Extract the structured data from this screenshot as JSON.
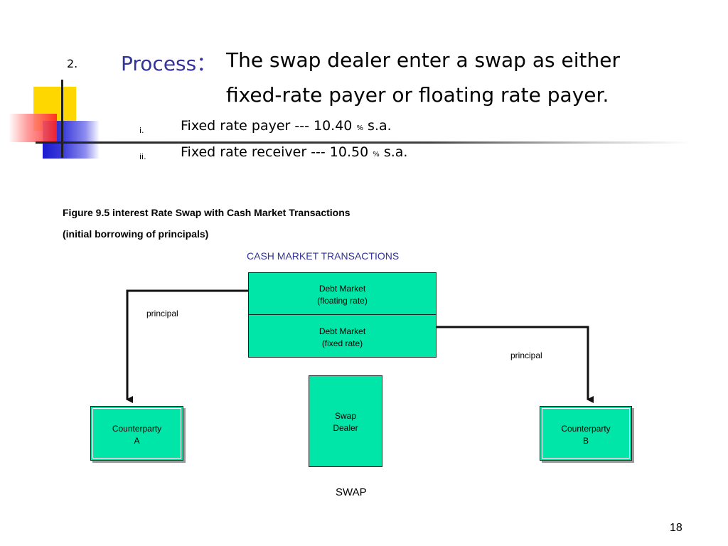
{
  "header": {
    "number": "2.",
    "process_label": "Process：",
    "text_line1": "The swap dealer enter a swap as either",
    "text_line2": "fixed-rate payer or floating rate payer."
  },
  "subitems": [
    {
      "num": "i.",
      "text": "Fixed rate payer --- 10.40",
      "pct": "%",
      "suffix": "s.a."
    },
    {
      "num": "ii.",
      "text": "Fixed rate receiver --- 10.50",
      "pct": "%",
      "suffix": "s.a."
    }
  ],
  "figure": {
    "caption_line1": "Figure 9.5 interest Rate Swap with Cash Market Transactions",
    "caption_line2": "(initial borrowing of principals)",
    "cash_title": "CASH MARKET TRANSACTIONS",
    "debt_floating": [
      "Debt Market",
      "(floating rate)"
    ],
    "debt_fixed": [
      "Debt Market",
      "(fixed rate)"
    ],
    "swap_dealer": [
      "Swap",
      "Dealer"
    ],
    "counterparty_a": [
      "Counterparty",
      "A"
    ],
    "counterparty_b": [
      "Counterparty",
      "B"
    ],
    "principal_left": "principal",
    "principal_right": "principal",
    "swap_label": "SWAP"
  },
  "page_number": "18",
  "colors": {
    "box_fill": "#00e6a8",
    "accent_blue": "#333399",
    "square_yellow": "#fed700",
    "square_red": "#ff2020",
    "square_blue": "#1a1ad0"
  }
}
